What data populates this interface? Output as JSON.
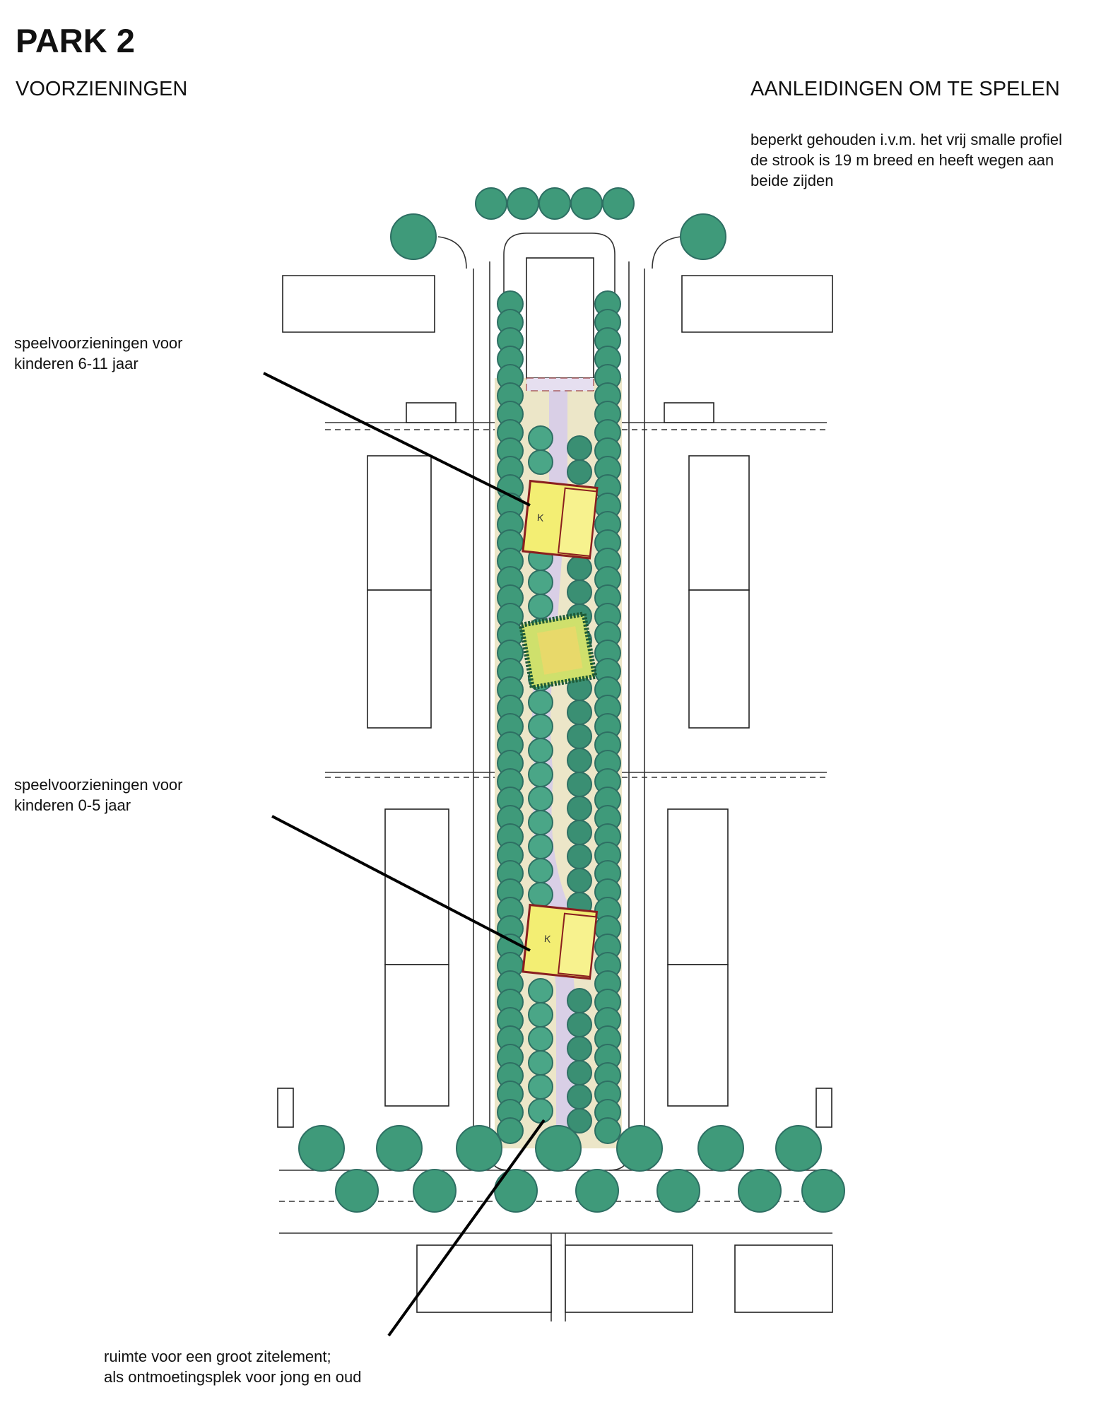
{
  "title": "PARK 2",
  "subtitle_left": "VOORZIENINGEN",
  "subtitle_right": "AANLEIDINGEN OM TE SPELEN",
  "note_top": {
    "line1": "beperkt gehouden i.v.m. het vrij smalle profiel",
    "line2": "de strook is 19 m breed en heeft wegen aan",
    "line3": "beide zijden"
  },
  "annotations": [
    {
      "line1": "speelvoorzieningen voor",
      "line2": "kinderen 6-11 jaar"
    },
    {
      "line1": "speelvoorzieningen voor",
      "line2": "kinderen 0-5 jaar"
    },
    {
      "line1": "ruimte voor een groot zitelement;",
      "line2": "als ontmoetingsplek voor jong en oud"
    }
  ],
  "map_marks": {
    "play_area_mark": "K"
  },
  "colors": {
    "tree_fill": "#3f9a7a",
    "tree_dark": "#2e6f63",
    "tree_blue": "#4a4f9a",
    "path": "#d9cfe6",
    "play_area": "#f3ee73",
    "play_border": "#8a1f1f",
    "hedge": "#1e5a36",
    "sand": "#ece6c8"
  }
}
